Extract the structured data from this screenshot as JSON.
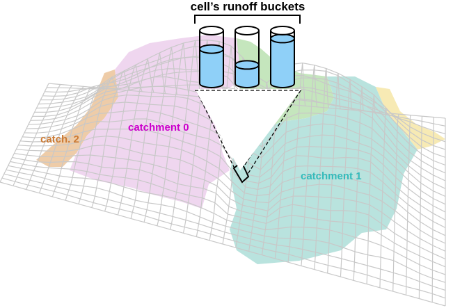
{
  "title": "cell’s runoff buckets",
  "labels": {
    "catchment_0": "catchment 0",
    "catchment_1": "catchment 1",
    "catchment_2": "catch. 2"
  },
  "colors": {
    "mesh_line": "#c8c8c8",
    "catchment_0_fill": "#efd6ef",
    "catchment_1_fill": "#b9e3de",
    "catchment_2_fill": "#eecca8",
    "green_region_fill": "#c5e6bd",
    "yellow_region_fill": "#f7eab4",
    "catchment_0_text": "#cc00cc",
    "catchment_1_text": "#33bbbb",
    "catchment_2_text": "#cc7a33",
    "water_fill": "#8fd0f8",
    "outline": "#000000"
  },
  "buckets": [
    {
      "name": "bucket-left",
      "fill_level": 0.65
    },
    {
      "name": "bucket-middle",
      "fill_level": 0.35
    },
    {
      "name": "bucket-right",
      "fill_level": 0.85
    }
  ]
}
